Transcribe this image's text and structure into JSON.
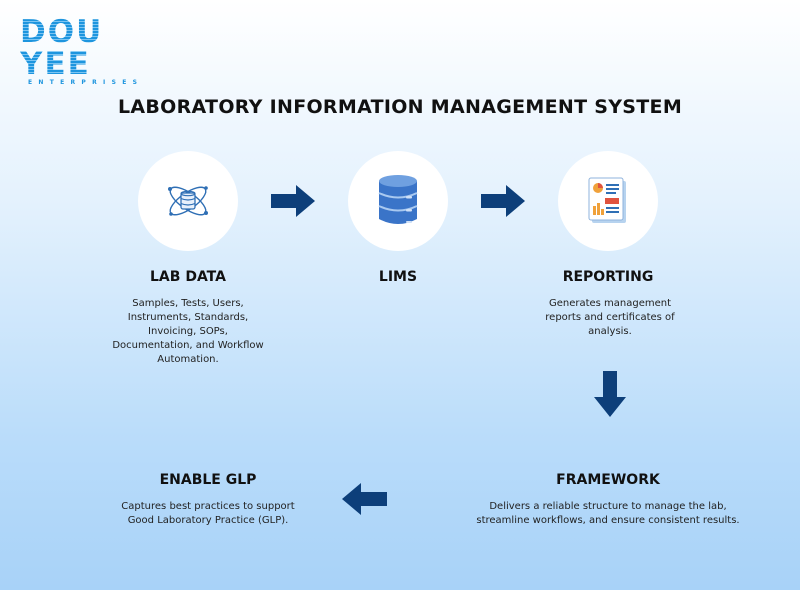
{
  "logo": {
    "main": "DOU YEE",
    "sub": "ENTERPRISES"
  },
  "title": "LABORATORY INFORMATION MANAGEMENT SYSTEM",
  "steps": {
    "lab_data": {
      "heading": "LAB DATA",
      "lines": [
        "Samples, Tests, Users,",
        "Instruments, Standards,",
        "Invoicing, SOPs,",
        "Documentation, and Workflow",
        "Automation."
      ]
    },
    "lims": {
      "heading": "LIMS"
    },
    "reporting": {
      "heading": "REPORTING",
      "lines": [
        "Generates management",
        "reports and certificates of",
        "analysis."
      ]
    },
    "framework": {
      "heading": "FRAMEWORK",
      "lines": [
        "Delivers a reliable structure to manage the lab,",
        "streamline workflows, and ensure consistent results."
      ]
    },
    "enable_glp": {
      "heading": "ENABLE GLP",
      "lines": [
        "Captures best practices to support",
        "Good Laboratory Practice (GLP)."
      ]
    }
  },
  "icons": {
    "lab_data": "atom-database-icon",
    "lims": "database-icon",
    "reporting": "report-document-icon",
    "arrow_right": "arrow-right-icon",
    "arrow_down": "arrow-down-icon",
    "arrow_left": "arrow-left-icon"
  },
  "colors": {
    "arrow": "#0d3f7a",
    "database": "#3a74c8",
    "logo": "#1e95de",
    "heading": "#111111"
  }
}
